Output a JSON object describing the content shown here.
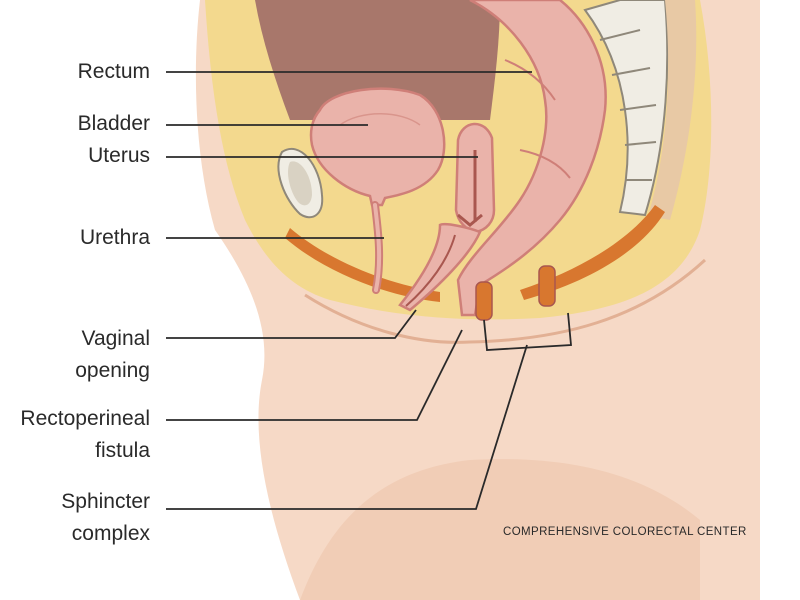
{
  "labels": {
    "rectum": "Rectum",
    "bladder": "Bladder",
    "uterus": "Uterus",
    "urethra": "Urethra",
    "vaginal_opening_1": "Vaginal",
    "vaginal_opening_2": "opening",
    "rectoperineal_1": "Rectoperineal",
    "rectoperineal_2": "fistula",
    "sphincter_1": "Sphincter",
    "sphincter_2": "complex"
  },
  "credit": "COMPREHENSIVE COLORECTAL CENTER",
  "colors": {
    "skin": "#f6d9c6",
    "skin_shadow": "#edc0a6",
    "fat": "#f3d98e",
    "organ_pink": "#eab3aa",
    "organ_pink_dark": "#cf7f78",
    "abdominal_cavity": "#a8776b",
    "muscle": "#d8772f",
    "bone": "#f0ede4",
    "leader_line": "#2a2a2a"
  }
}
